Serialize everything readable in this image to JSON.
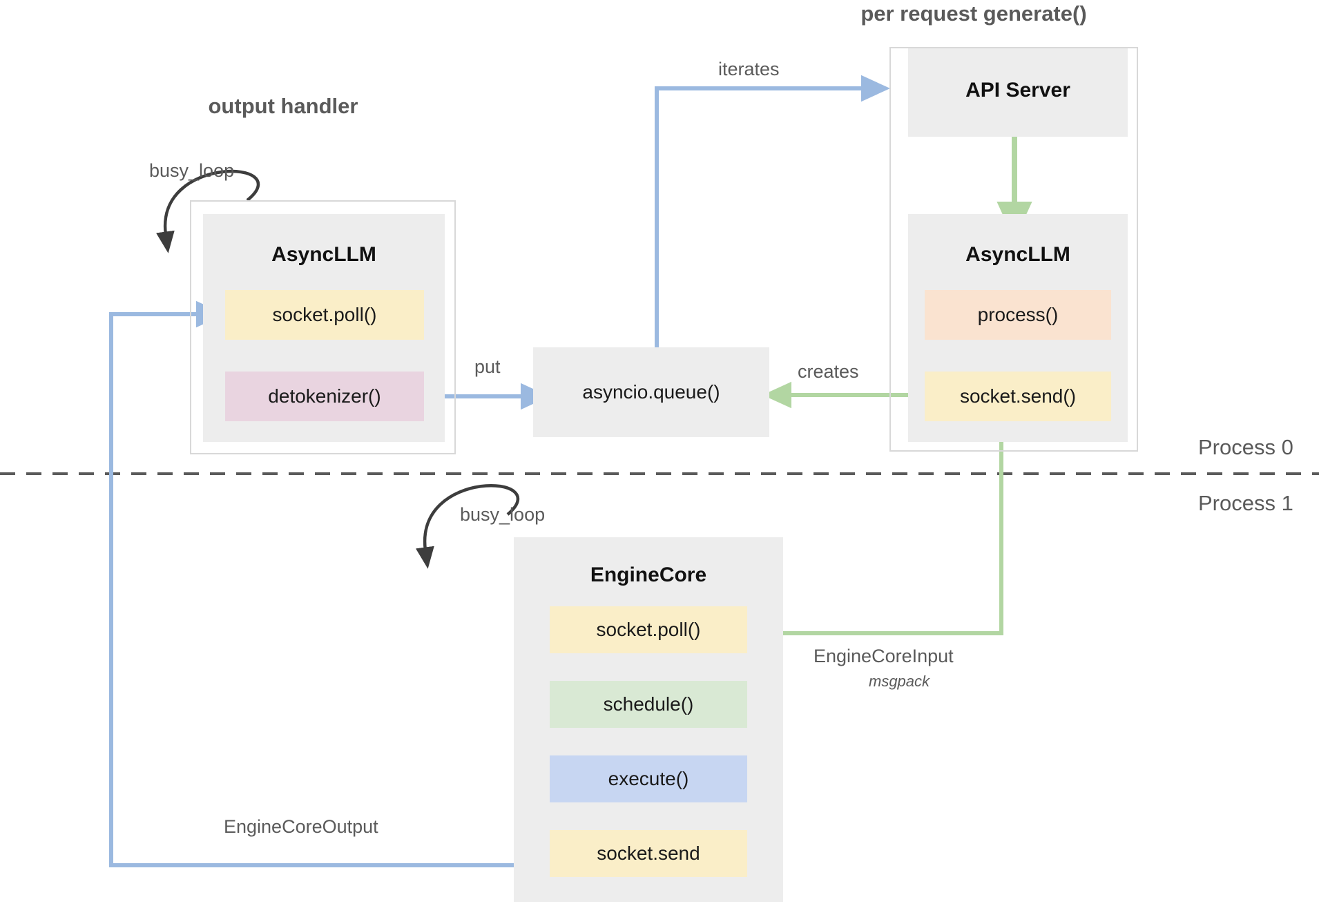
{
  "diagram": {
    "title_output_handler": "output handler",
    "title_per_request": "per request generate()",
    "process_labels": {
      "process0": "Process 0",
      "process1": "Process 1"
    },
    "self_loop_labels": {
      "output_handler": "busy_loop",
      "engine_core": "busy_loop"
    },
    "edge_labels": {
      "iterates": "iterates",
      "put": "put",
      "creates": "creates",
      "engine_core_input": "EngineCoreInput",
      "engine_core_input_sub": "msgpack",
      "engine_core_output": "EngineCoreOutput"
    },
    "components": {
      "async_llm_left": {
        "title": "AsyncLLM",
        "chips": [
          {
            "label": "socket.poll()",
            "color": "#faeec8"
          },
          {
            "label": "detokenizer()",
            "color": "#e9d4e0"
          }
        ]
      },
      "api_server": {
        "title": "API Server",
        "chips": []
      },
      "async_llm_right": {
        "title": "AsyncLLM",
        "chips": [
          {
            "label": "process()",
            "color": "#fae3d0"
          },
          {
            "label": "socket.send()",
            "color": "#faeec8"
          }
        ]
      },
      "engine_core": {
        "title": "EngineCore",
        "chips": [
          {
            "label": "socket.poll()",
            "color": "#faeec8"
          },
          {
            "label": "schedule()",
            "color": "#d9e9d4"
          },
          {
            "label": "execute()",
            "color": "#c7d6f2"
          },
          {
            "label": "socket.send",
            "color": "#faeec8"
          }
        ]
      },
      "asyncio_queue": {
        "label": "asyncio.queue()"
      }
    },
    "colors": {
      "blue_arrow": "#9bb9e0",
      "green_arrow": "#b2d6a2",
      "black_arrow": "#3d3d3d",
      "box_grey": "#ededed",
      "frame_grey": "#d8d8d8",
      "divider_grey": "#5a5a5a",
      "text_grey": "#5a5a5a",
      "chip_yellow": "#faeec8",
      "chip_pink": "#e9d4e0",
      "chip_peach": "#fae3d0",
      "chip_green": "#d9e9d4",
      "chip_blue": "#c7d6f2"
    }
  }
}
